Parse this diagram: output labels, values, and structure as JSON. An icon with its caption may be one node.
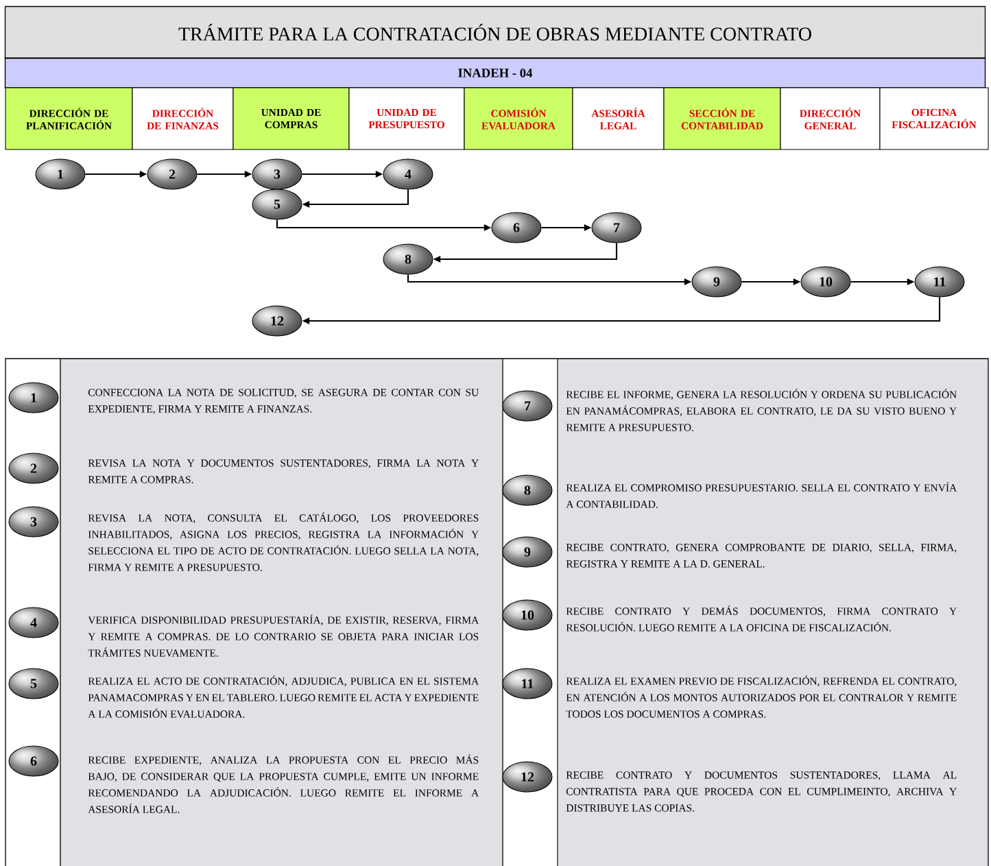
{
  "diagram": {
    "title": "TRÁMITE PARA LA CONTRATACIÓN DE OBRAS MEDIANTE CONTRATO",
    "labels": [
      "INADEH - 04"
    ],
    "nodes": [
      {
        "text": [
          "DIRECCIÓN DE PLANIFICACIÓN"
        ]
      },
      {
        "text": [
          "DIRECCIÓN DE FINANZAS"
        ]
      },
      {
        "text": [
          "UNIDAD DE COMPRAS"
        ]
      },
      {
        "text": [
          "UNIDAD DE PRESUPUESTO"
        ]
      },
      {
        "text": [
          "COMISIÓN EVALUADORA"
        ]
      },
      {
        "text": [
          "ASESORÍA LEGAL"
        ]
      },
      {
        "text": [
          "SECCIÓN DE CONTABILIDAD"
        ]
      },
      {
        "text": [
          "DIRECCIÓN GENERAL"
        ]
      },
      {
        "text": [
          "OFICINA FISCALIZACIÓN"
        ]
      },
      {
        "text": [
          "1"
        ]
      },
      {
        "text": [
          "2"
        ]
      },
      {
        "text": [
          "3"
        ]
      },
      {
        "text": [
          "4"
        ]
      },
      {
        "text": [
          "5"
        ]
      },
      {
        "text": [
          "6"
        ]
      },
      {
        "text": [
          "7"
        ]
      },
      {
        "text": [
          "8"
        ]
      },
      {
        "text": [
          "9"
        ]
      },
      {
        "text": [
          "10"
        ]
      },
      {
        "text": [
          "11"
        ]
      },
      {
        "text": [
          "12"
        ]
      },
      {
        "text": [
          "1"
        ],
        "beside": [
          "CONFECCIONA LA NOTA DE SOLICITUD, SE ASEGURA DE CONTAR CON SU EXPEDIENTE, FIRMA Y REMITE A FINANZAS."
        ]
      },
      {
        "text": [
          "2"
        ],
        "beside": [
          "REVISA LA NOTA Y DOCUMENTOS SUSTENTADORES, FIRMA LA NOTA Y REMITE A COMPRAS."
        ]
      },
      {
        "text": [
          "3"
        ],
        "beside": [
          "REVISA LA NOTA, CONSULTA EL CATÁLOGO, LOS PROVEEDORES INHABILITADOS, ASIGNA LOS PRECIOS, REGISTRA LA INFORMACIÓN Y SELECCIONA EL TIPO DE ACTO DE CONTRATACIÓN. LUEGO SELLA LA NOTA, FIRMA Y REMITE A PRESUPUESTO."
        ]
      },
      {
        "text": [
          "4"
        ],
        "beside": [
          "VERIFICA DISPONIBILIDAD PRESUPUESTARÍA, DE EXISTIR, RESERVA, FIRMA Y REMITE A COMPRAS. DE LO CONTRARIO SE OBJETA PARA INICIAR LOS TRÁMITES NUEVAMENTE."
        ]
      },
      {
        "text": [
          "5"
        ],
        "beside": [
          "REALIZA EL ACTO DE CONTRATACIÓN, ADJUDICA, PUBLICA EN EL SISTEMA PANAMACOMPRAS Y EN EL TABLERO. LUEGO REMITE EL ACTA Y EXPEDIENTE A LA COMISIÓN EVALUADORA."
        ]
      },
      {
        "text": [
          "6"
        ],
        "beside": [
          "RECIBE EXPEDIENTE, ANALIZA LA PROPUESTA CON EL PRECIO MÁS BAJO, DE CONSIDERAR QUE LA PROPUESTA CUMPLE, EMITE UN INFORME RECOMENDANDO LA ADJUDICACIÓN. LUEGO REMITE EL INFORME A ASESORÍA LEGAL."
        ]
      },
      {
        "text": [
          "7"
        ],
        "beside": [
          "RECIBE EL INFORME, GENERA LA RESOLUCIÓN Y ORDENA SU PUBLICACIÓN EN PANAMÁCOMPRAS, ELABORA EL CONTRATO, LE DA SU VISTO BUENO Y REMITE A PRESUPUESTO."
        ]
      },
      {
        "text": [
          "8"
        ],
        "beside": [
          "REALIZA EL COMPROMISO PRESUPUESTARIO. SELLA EL CONTRATO Y ENVÍA A CONTABILIDAD."
        ]
      },
      {
        "text": [
          "9"
        ],
        "beside": [
          "RECIBE CONTRATO, GENERA COMPROBANTE DE DIARIO, SELLA, FIRMA, REGISTRA Y REMITE A LA D. GENERAL."
        ]
      },
      {
        "text": [
          "10"
        ],
        "beside": [
          "RECIBE CONTRATO Y DEMÁS DOCUMENTOS, FIRMA CONTRATO Y RESOLUCIÓN. LUEGO REMITE A LA OFICINA DE FISCALIZACIÓN."
        ]
      },
      {
        "text": [
          "11"
        ],
        "beside": [
          "REALIZA EL EXAMEN PREVIO DE FISCALIZACIÓN, REFRENDA EL CONTRATO, EN ATENCIÓN A LOS MONTOS AUTORIZADOS POR EL CONTRALOR Y REMITE TODOS LOS DOCUMENTOS A COMPRAS."
        ]
      },
      {
        "text": [
          "12"
        ],
        "beside": [
          "RECIBE CONTRATO Y DOCUMENTOS SUSTENTADORES, LLAMA AL CONTRATISTA PARA QUE PROCEDA CON EL CUMPLIMEINTO, ARCHIVA Y DISTRIBUYE LAS COPIAS."
        ]
      }
    ],
    "edges": [
      {
        "from": 9,
        "to": 10,
        "arrow": "to"
      },
      {
        "from": 10,
        "to": 11,
        "arrow": "to"
      },
      {
        "from": 11,
        "to": 12,
        "arrow": "to"
      },
      {
        "from": 12,
        "to": 13,
        "arrow": "to"
      },
      {
        "from": 13,
        "to": 14,
        "arrow": "to"
      },
      {
        "from": 14,
        "to": 15,
        "arrow": "to"
      },
      {
        "from": 15,
        "to": 16,
        "arrow": "to"
      },
      {
        "from": 16,
        "to": 17,
        "arrow": "to"
      },
      {
        "from": 17,
        "to": 18,
        "arrow": "to"
      },
      {
        "from": 18,
        "to": 19,
        "arrow": "to"
      },
      {
        "from": 19,
        "to": 20,
        "arrow": "to"
      }
    ]
  }
}
